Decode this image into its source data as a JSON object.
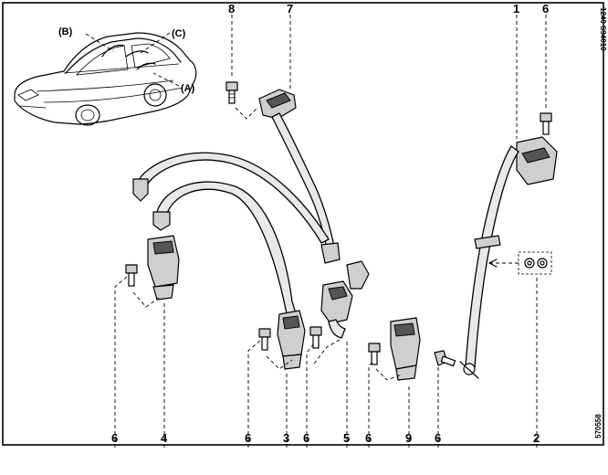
{
  "references": {
    "top_right": "1240  S94010",
    "bottom_right": "570558"
  },
  "car_inset": {
    "label_a": "(A)",
    "label_b": "(B)",
    "label_c": "(C)"
  },
  "callouts": {
    "top": [
      "8",
      "7",
      "1",
      "6"
    ],
    "bottom": [
      "6",
      "4",
      "6",
      "3",
      "6",
      "5",
      "6",
      "9",
      "6",
      "2"
    ]
  }
}
